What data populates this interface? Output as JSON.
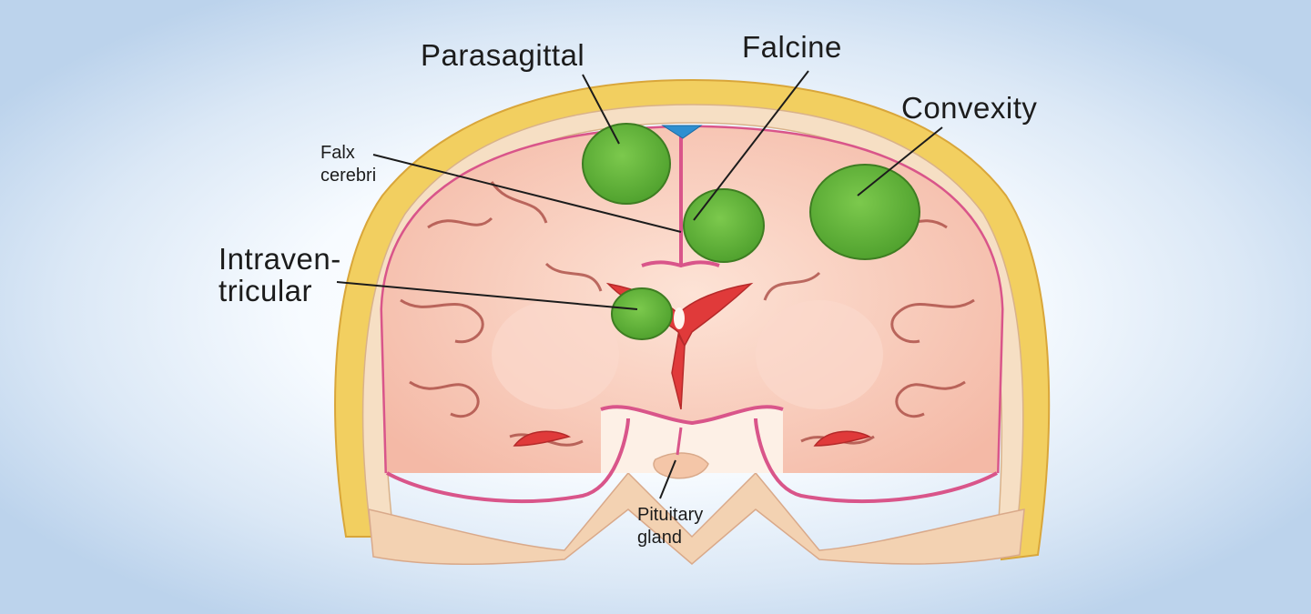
{
  "diagram": {
    "labels": {
      "parasagittal": "Parasagittal",
      "falcine": "Falcine",
      "convexity": "Convexity",
      "falx_line1": "Falx",
      "falx_line2": "cerebri",
      "intraventricular_line1": "Intraven-",
      "intraventricular_line2": "tricular",
      "pituitary_line1": "Pituitary",
      "pituitary_line2": "gland"
    },
    "colors": {
      "background": "#c9dcf0",
      "skin": "#f2cf60",
      "bone": "#f6dfc4",
      "dura": "#d9558a",
      "brain": "#f7c7b6",
      "gyri_lines": "#a5433c",
      "ventricle": "#e03a3a",
      "tumor": "#62b53a",
      "sinus": "#2e8fd0"
    }
  }
}
